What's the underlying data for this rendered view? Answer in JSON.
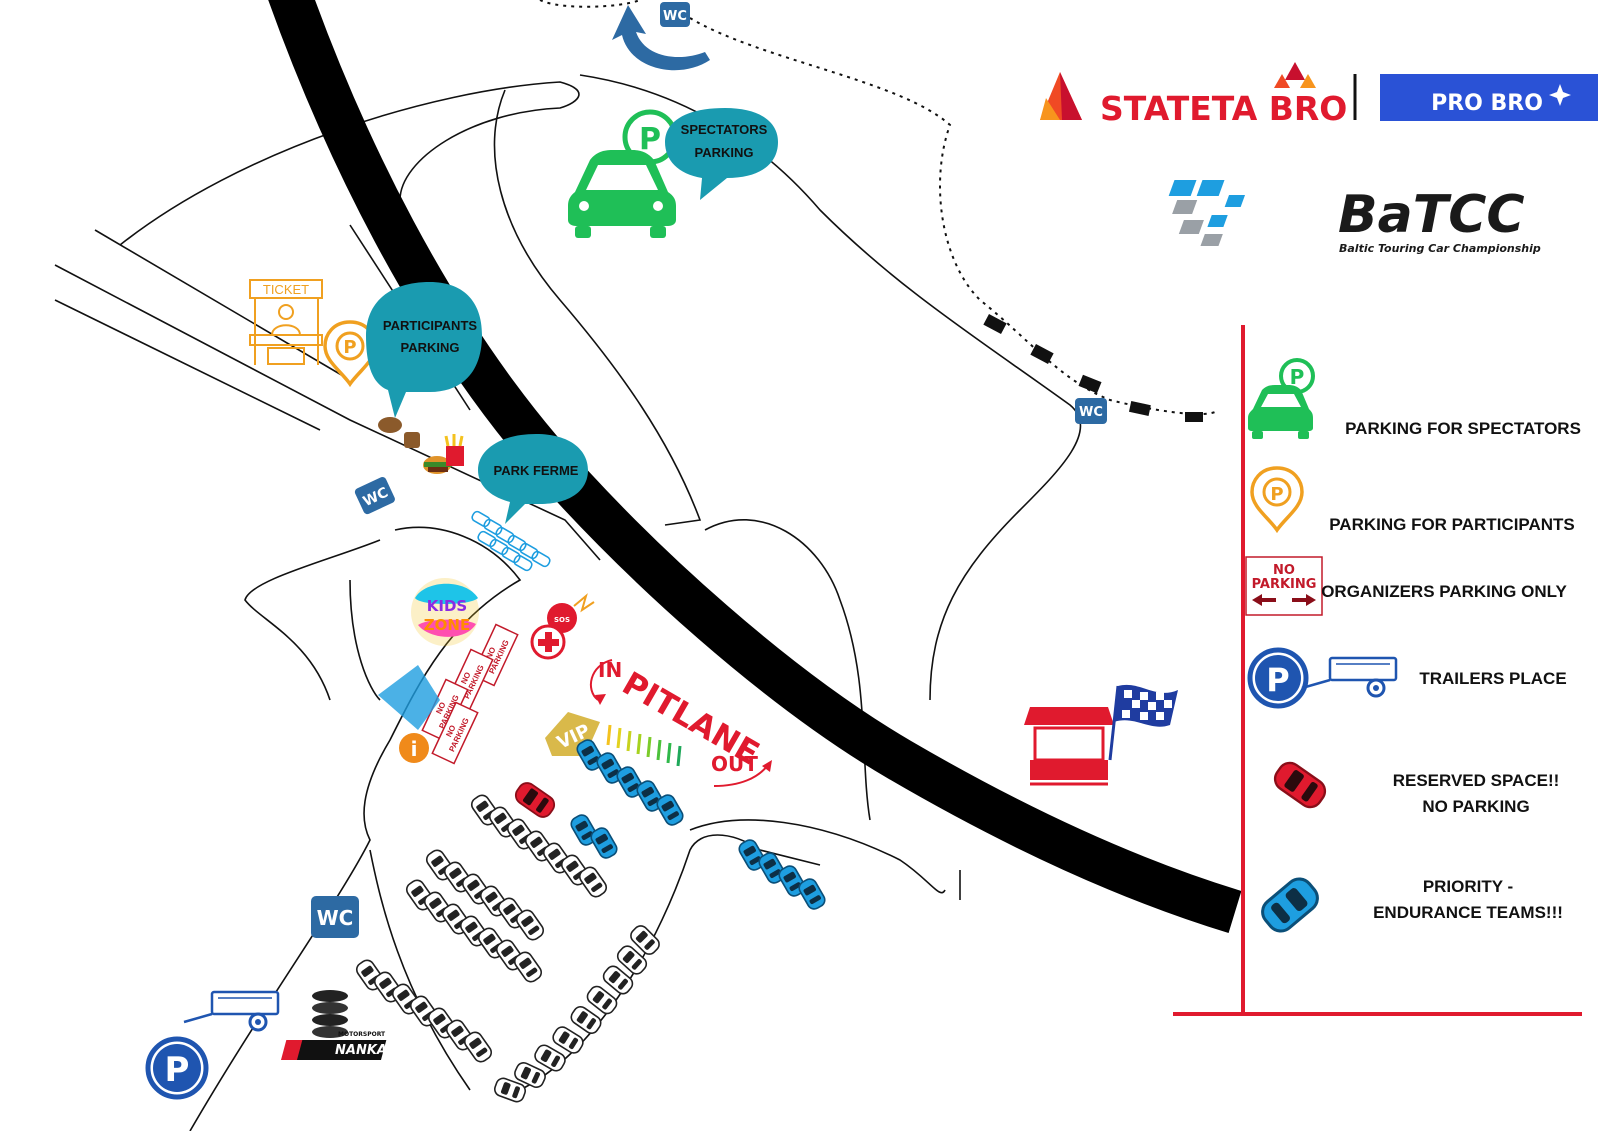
{
  "brands": {
    "stateta": "STATETA BRO",
    "probro": "PRO BRO",
    "batcc": "BaTCC",
    "batcc_sub": "Baltic Touring Car Championship",
    "tyre_sponsor": "NANKANG",
    "tyre_sponsor_sub": "MOTORSPORT"
  },
  "map": {
    "wc": "WC",
    "ticket": "TICKET",
    "parking_letter": "P",
    "spectators_1": "SPECTATORS",
    "spectators_2": "PARKING",
    "participants_1": "PARTICIPANTS",
    "participants_2": "PARKING",
    "park_ferme": "PARK FERME",
    "kids_1": "KIDS",
    "kids_2": "ZONE",
    "sos": "SOS",
    "no_parking_1": "NO",
    "no_parking_2": "PARKING",
    "in": "IN",
    "pitlane": "PITLANE",
    "out": "OUT",
    "vip": "VIP",
    "info": "i"
  },
  "legend": {
    "spectators": "PARKING FOR SPECTATORS",
    "participants": "PARKING FOR PARTICIPANTS",
    "organizers": "ORGANIZERS PARKING ONLY",
    "no_1": "NO",
    "no_2": "PARKING",
    "trailers": "TRAILERS PLACE",
    "reserved_1": "RESERVED SPACE!!",
    "reserved_2": "NO PARKING",
    "priority_1": "PRIORITY -",
    "priority_2": "ENDURANCE TEAMS!!!"
  },
  "colors": {
    "spectator_green": "#1fbf57",
    "participant_orange": "#f0a020",
    "bubble_teal": "#1a9bb0",
    "trailer_blue": "#1f55b0",
    "reserved_red": "#e01a2e",
    "priority_blue": "#1e9ee0",
    "wc_blue": "#2d6aa3",
    "legend_line_red": "#e01a2e",
    "probro_blue": "#2a52d6"
  }
}
